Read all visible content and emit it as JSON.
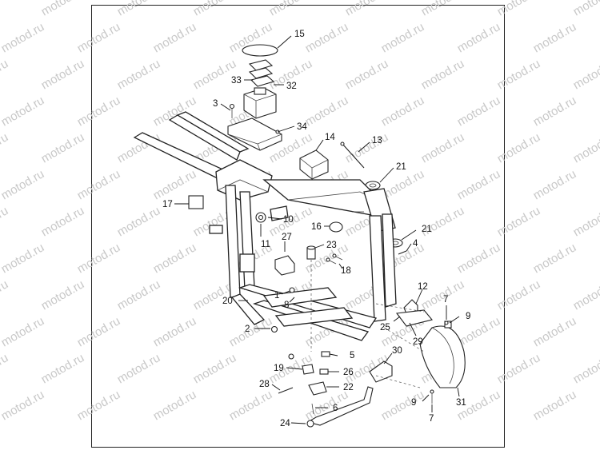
{
  "watermark": "motod.ru",
  "callouts": [
    {
      "id": "c15",
      "text": "15"
    },
    {
      "id": "c33",
      "text": "33"
    },
    {
      "id": "c32",
      "text": "32"
    },
    {
      "id": "c3",
      "text": "3"
    },
    {
      "id": "c34",
      "text": "34"
    },
    {
      "id": "c14",
      "text": "14"
    },
    {
      "id": "c13",
      "text": "13"
    },
    {
      "id": "c21a",
      "text": "21"
    },
    {
      "id": "c17",
      "text": "17"
    },
    {
      "id": "c10",
      "text": "10"
    },
    {
      "id": "c16",
      "text": "16"
    },
    {
      "id": "c21b",
      "text": "21"
    },
    {
      "id": "c27",
      "text": "27"
    },
    {
      "id": "c11",
      "text": "11"
    },
    {
      "id": "c23",
      "text": "23"
    },
    {
      "id": "c4",
      "text": "4"
    },
    {
      "id": "c18",
      "text": "18"
    },
    {
      "id": "c12",
      "text": "12"
    },
    {
      "id": "c1",
      "text": "1"
    },
    {
      "id": "c7a",
      "text": "7"
    },
    {
      "id": "c20",
      "text": "20"
    },
    {
      "id": "c8",
      "text": "8"
    },
    {
      "id": "c9a",
      "text": "9"
    },
    {
      "id": "c25",
      "text": "25"
    },
    {
      "id": "c2",
      "text": "2"
    },
    {
      "id": "c29",
      "text": "29"
    },
    {
      "id": "c5",
      "text": "5"
    },
    {
      "id": "c30",
      "text": "30"
    },
    {
      "id": "c19",
      "text": "19"
    },
    {
      "id": "c26",
      "text": "26"
    },
    {
      "id": "c28",
      "text": "28"
    },
    {
      "id": "c22",
      "text": "22"
    },
    {
      "id": "c9b",
      "text": "9"
    },
    {
      "id": "c31",
      "text": "31"
    },
    {
      "id": "c6",
      "text": "6"
    },
    {
      "id": "c7b",
      "text": "7"
    },
    {
      "id": "c24",
      "text": "24"
    }
  ]
}
